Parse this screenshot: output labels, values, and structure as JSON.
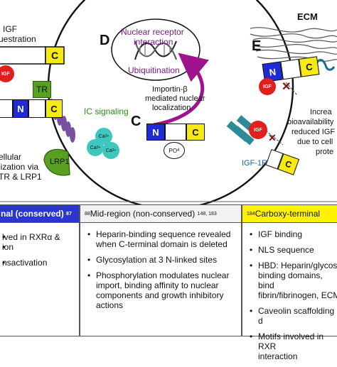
{
  "diagram": {
    "labels": {
      "igf_sequestration_1": "IGF",
      "igf_sequestration_2": "uestration",
      "ecm": "ECM",
      "panel_d": "D",
      "panel_e": "E",
      "panel_c": "C",
      "nuclear_receptor_1": "Nuclear receptor",
      "nuclear_receptor_2": "interaction",
      "ubiquitination": "Ubiquitination",
      "importin_1": "Importin-β",
      "importin_2": "mediated nuclear",
      "importin_3": "localization",
      "ic_signaling": "IC signaling",
      "tr": "TR",
      "lrp1": "LRP1",
      "cellular_1": "ellular",
      "cellular_2": "lization via",
      "cellular_3": "TR & LRP1",
      "igf1r": "IGF-1R",
      "increa_1": "Increa",
      "increa_2": "bioavailability",
      "increa_3": "reduced IGF",
      "increa_4": "due to cell",
      "increa_5": "prote",
      "po4": "PO",
      "po4_sub": "4",
      "ca": "Ca",
      "ca_sup": "2+"
    },
    "domain_letters": {
      "n": "N",
      "c": "C"
    },
    "igf_badge": "IGF",
    "colors": {
      "n_domain": "#1f2bd6",
      "c_domain": "#f5ea14",
      "igf": "#e0201c",
      "tr": "#5aa020",
      "lrp1": "#7b4fa0",
      "ca": "#3dc7bf",
      "igf1r": "#2a8c96",
      "arrow": "#a0138f",
      "nuclear_text": "#7a1a8e",
      "ic_text": "#2e8b1a",
      "igf1r_text": "#1a5fa8",
      "cross": "#7a1414",
      "highlight": "#fff200"
    }
  },
  "panels": [
    {
      "number": "",
      "title": "nal (conserved)",
      "refs": "87",
      "items": [
        "lved in RXRα &",
        "ion",
        "nsactivation"
      ]
    },
    {
      "number": "88",
      "title": " Mid-region (non-conserved)",
      "refs": "148, 183",
      "items": [
        "Heparin-binding sequence revealed\nwhen C-terminal domain is deleted",
        "Glycosylation at 3 N-linked sites",
        "Phosphorylation modulates nuclear\nimport, binding affinity to nuclear\ncomponents and growth inhibitory\nactions"
      ]
    },
    {
      "number": "184",
      "title": " Carboxy-terminal",
      "refs": "",
      "items": [
        "IGF binding",
        "NLS sequence",
        "HBD: Heparin/glycos\nbinding domains, bind\nfibrin/fibrinogen, ECM",
        "Caveolin scaffolding d",
        "Motifs involved in RXR\ninteraction"
      ]
    }
  ]
}
